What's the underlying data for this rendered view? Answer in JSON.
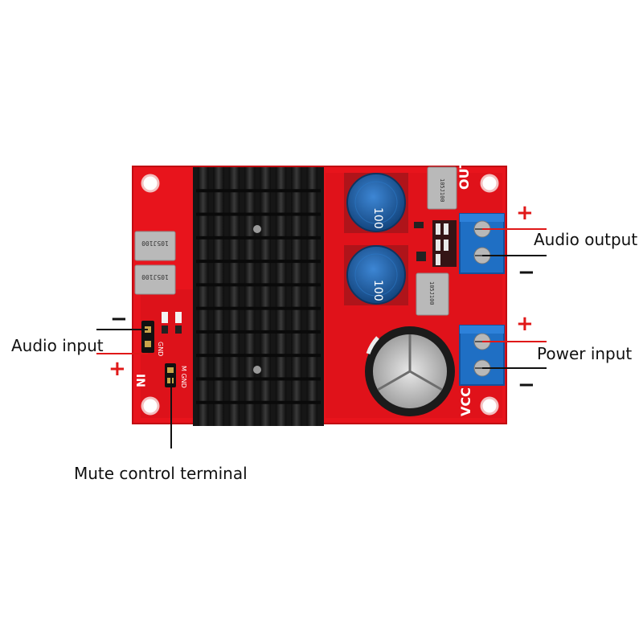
{
  "board": {
    "silk_in": "IN",
    "silk_out": "OUT",
    "silk_vcc": "VCC",
    "silk_input_header": "GND",
    "silk_mute_header": "M GND",
    "inductor_top_value": "100",
    "inductor_bottom_value": "100",
    "capacitor_left_1": "105J100",
    "capacitor_left_2": "105J100",
    "capacitor_right_top": "105J100",
    "capacitor_right_bottom": "105J100",
    "colors": {
      "pcb": "#e8141c",
      "heatsink": "#1b1b1b",
      "terminal": "#1f6fc4",
      "inductor": "#1d63a8",
      "film_capacitor": "#b9b9b9",
      "red_callout": "#e01818"
    }
  },
  "annotations": {
    "audio_input": "Audio input",
    "audio_output": "Audio output",
    "power_input": "Power input",
    "mute_control": "Mute control terminal",
    "plus": "+",
    "minus": "−"
  }
}
